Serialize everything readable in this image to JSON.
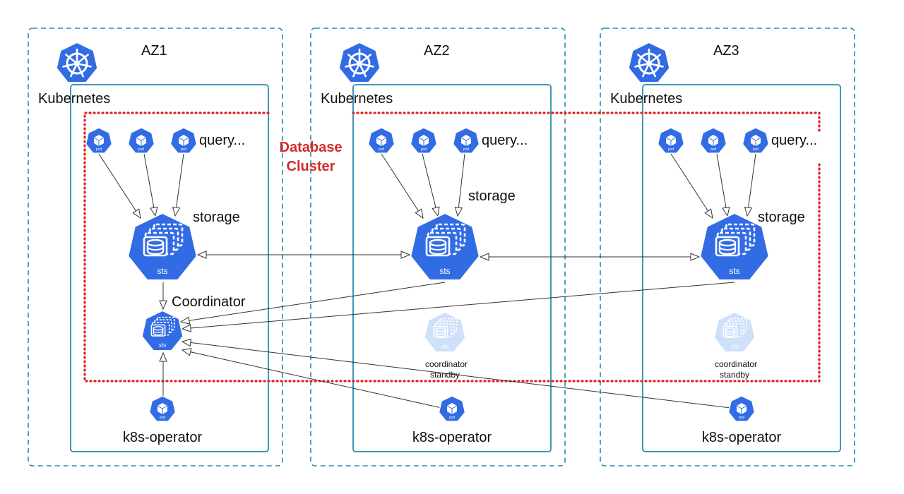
{
  "zones": [
    {
      "name": "AZ1",
      "platform": "Kubernetes",
      "query_label": "query...",
      "storage_label": "storage",
      "coordinator_label": "Coordinator",
      "operator_label": "k8s-operator"
    },
    {
      "name": "AZ2",
      "platform": "Kubernetes",
      "query_label": "query...",
      "storage_label": "storage",
      "standby_label_1": "coordinator",
      "standby_label_2": "standby",
      "operator_label": "k8s-operator"
    },
    {
      "name": "AZ3",
      "platform": "Kubernetes",
      "query_label": "query...",
      "storage_label": "storage",
      "standby_label_1": "coordinator",
      "standby_label_2": "standby",
      "operator_label": "k8s-operator"
    }
  ],
  "cluster": {
    "line1": "Database",
    "line2": "Cluster"
  },
  "icons": {
    "pod": "pod",
    "sts": "sts"
  },
  "colors": {
    "k8s_blue": "#326ce5",
    "standby_blue": "#cfe0fb",
    "cluster_red": "#e02020",
    "zone_border": "#2a8ab0",
    "k8s_border": "#2a8ab0"
  }
}
